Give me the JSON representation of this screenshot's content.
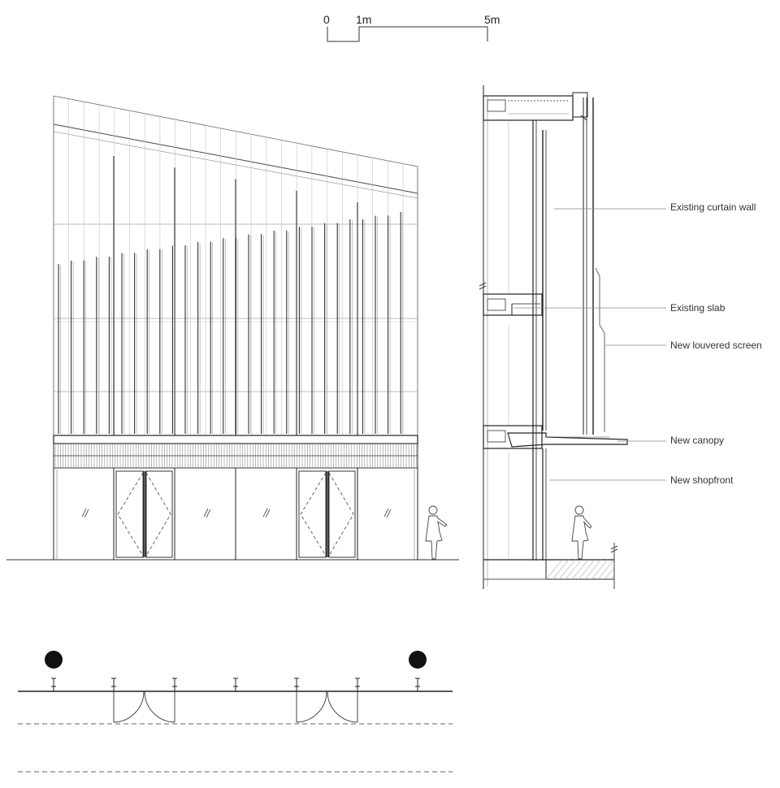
{
  "scale_bar": {
    "zero": "0",
    "one": "1m",
    "five": "5m"
  },
  "section_labels": {
    "curtain_wall": "Existing curtain wall",
    "slab": "Existing slab",
    "louvered_screen": "New louvered screen",
    "canopy": "New canopy",
    "shopfront": "New shopfront"
  },
  "colors": {
    "line": "#2a2a2a",
    "light_line": "#9a9a9a",
    "leader": "#8a8a8a",
    "fill_dark": "#111111",
    "hatch": "#bbbbbb"
  }
}
